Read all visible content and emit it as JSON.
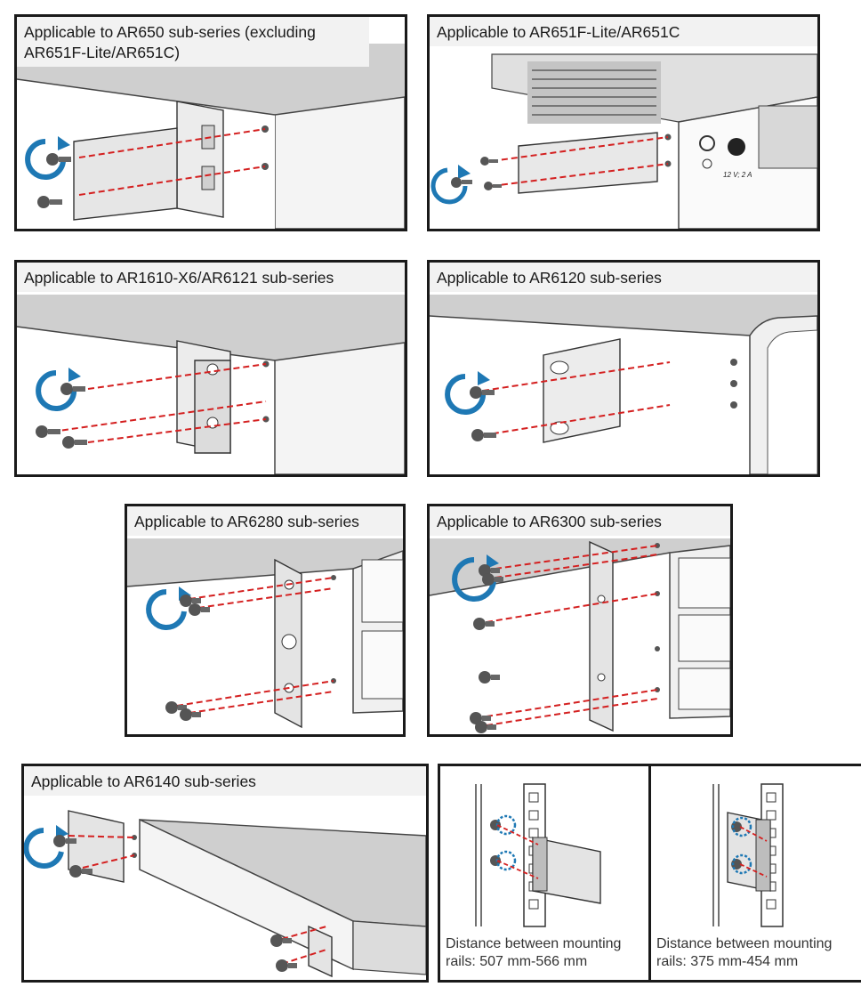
{
  "panels": {
    "ar650": {
      "caption": "Applicable to AR650 sub-series (excluding AR651F-Lite/AR651C)"
    },
    "ar651f": {
      "caption": "Applicable to AR651F-Lite/AR651C",
      "port_label": "12 V; 2 A"
    },
    "ar1610": {
      "caption": "Applicable to AR1610-X6/AR6121 sub-series"
    },
    "ar6120": {
      "caption": "Applicable to AR6120 sub-series"
    },
    "ar6280": {
      "caption": "Applicable to AR6280 sub-series"
    },
    "ar6300": {
      "caption": "Applicable to AR6300 sub-series"
    },
    "ar6140": {
      "caption": "Applicable to AR6140 sub-series"
    },
    "rails": {
      "left_caption": "Distance between mounting rails: 507 mm-566 mm",
      "right_caption": "Distance between mounting rails: 375 mm-454 mm"
    }
  },
  "colors": {
    "dashed_line": "#d42020",
    "rotation_arrow": "#1e78b4",
    "device": "#c8c8c8",
    "bracket": "#e6e6e6"
  }
}
